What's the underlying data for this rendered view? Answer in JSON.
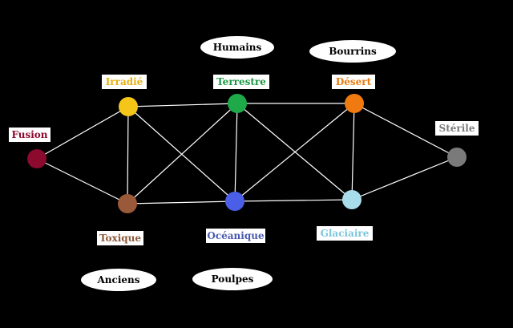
{
  "nodes": [
    {
      "id": "fusion",
      "label": "Fusion",
      "color": "#8b0a2e",
      "label_color": "#8b0a2e"
    },
    {
      "id": "irradie",
      "label": "Irradié",
      "color": "#f5c518",
      "label_color": "#e8b010"
    },
    {
      "id": "terrestre",
      "label": "Terrestre",
      "color": "#1faa4a",
      "label_color": "#1a9a44"
    },
    {
      "id": "desert",
      "label": "Désert",
      "color": "#f07a10",
      "label_color": "#e87a10"
    },
    {
      "id": "sterile",
      "label": "Stérile",
      "color": "#7a7a7a",
      "label_color": "#7a7a7a"
    },
    {
      "id": "toxique",
      "label": "Toxique",
      "color": "#9a5a3a",
      "label_color": "#8b5a3a"
    },
    {
      "id": "oceanique",
      "label": "Océanique",
      "color": "#4a5ee8",
      "label_color": "#4a5ab0"
    },
    {
      "id": "glaciaire",
      "label": "Glaciaire",
      "color": "#a8dcea",
      "label_color": "#7ac6dc"
    }
  ],
  "edges": [
    [
      "fusion",
      "irradie"
    ],
    [
      "fusion",
      "toxique"
    ],
    [
      "irradie",
      "terrestre"
    ],
    [
      "irradie",
      "toxique"
    ],
    [
      "irradie",
      "oceanique"
    ],
    [
      "terrestre",
      "desert"
    ],
    [
      "terrestre",
      "toxique"
    ],
    [
      "terrestre",
      "oceanique"
    ],
    [
      "terrestre",
      "glaciaire"
    ],
    [
      "desert",
      "oceanique"
    ],
    [
      "desert",
      "glaciaire"
    ],
    [
      "desert",
      "sterile"
    ],
    [
      "toxique",
      "oceanique"
    ],
    [
      "oceanique",
      "glaciaire"
    ],
    [
      "glaciaire",
      "sterile"
    ]
  ],
  "groups": [
    {
      "id": "humains",
      "label": "Humains"
    },
    {
      "id": "bourrins",
      "label": "Bourrins"
    },
    {
      "id": "anciens",
      "label": "Anciens"
    },
    {
      "id": "poulpes",
      "label": "Poulpes"
    }
  ]
}
